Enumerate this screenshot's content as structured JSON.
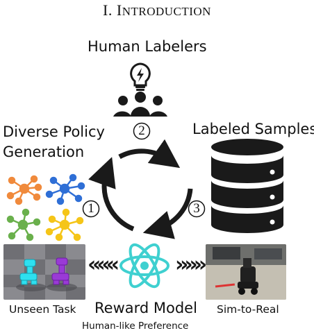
{
  "section": {
    "number": "I.",
    "title_initial": "I",
    "title_rest": "NTRODUCTION"
  },
  "labels": {
    "human_labelers": "Human Labelers",
    "diverse_policy_line1": "Diverse Policy",
    "diverse_policy_line2": "Generation",
    "labeled_samples": "Labeled Samples",
    "reward_model": "Reward Model",
    "human_like_preference": "Human-like Preference",
    "unseen_task": "Unseen Task",
    "sim_to_real": "Sim-to-Real"
  },
  "steps": [
    "2",
    "1",
    "3"
  ],
  "arrows": {
    "left": "«««",
    "right": "»»»"
  },
  "colors": {
    "policy_orange": "#f08a3c",
    "policy_blue": "#2f6fd6",
    "policy_green": "#6ab04c",
    "policy_yellow": "#f5c518",
    "reward_cyan": "#3fd0d0",
    "icon_dark": "#1a1a1a"
  }
}
